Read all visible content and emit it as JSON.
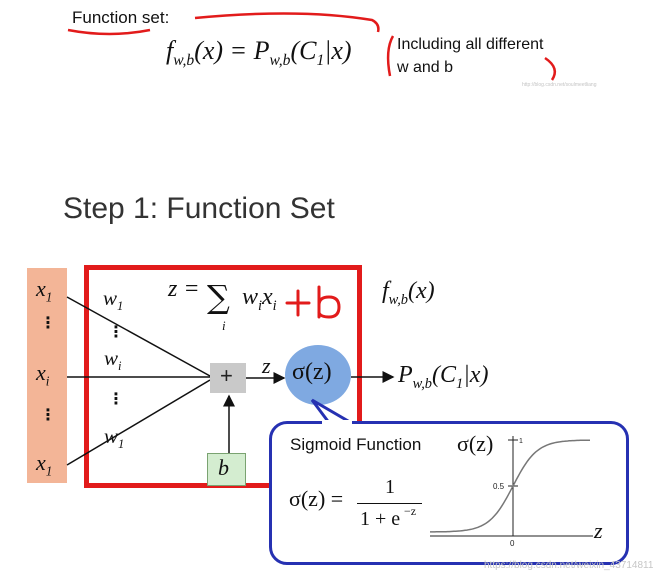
{
  "top": {
    "function_set_label": "Function set:",
    "formula_f": "f",
    "formula_f_sub": "w,b",
    "formula_f_arg": "(x) = P",
    "formula_p_sub": "w,b",
    "formula_p_arg": "(C",
    "formula_c_sub": "1",
    "formula_end": "|x)",
    "including_text": "Including all different w and b",
    "watermark_small": "http://blog.csdn.net/soulmeetliang"
  },
  "title": "Step 1: Function Set",
  "diagram": {
    "inputs": {
      "x": "x",
      "sub_1": "1",
      "sub_i": "i",
      "dots": "⋮"
    },
    "weights": {
      "w": "w",
      "sub_1": "1",
      "sub_i": "i",
      "dots": "⋮"
    },
    "sum_z": "z =",
    "sum_symbol": "∑",
    "sum_index": "i",
    "sum_wx_w": "w",
    "sum_wx_w_sub": "i",
    "sum_wx_x": "x",
    "sum_wx_x_sub": "i",
    "handwritten_plus_b": "+b",
    "plus_node": "+",
    "bias_label": "b",
    "z_label": "z",
    "sigma_label": "σ(z)",
    "output_f": "f",
    "output_f_sub": "w,b",
    "output_f_arg": "(x)",
    "output_p": "P",
    "output_p_sub": "w,b",
    "output_p_arg": "(C",
    "output_c_sub": "1",
    "output_end": "|x)"
  },
  "popup": {
    "title": "Sigmoid Function",
    "sigma_label": "σ(z)",
    "eq_left": "σ(z) =",
    "numerator": "1",
    "denominator": "1 + e",
    "denominator_exp": "−z",
    "axis_tick_1": "1",
    "axis_tick_05": "0.5",
    "axis_tick_0": "0",
    "axis_label_z": "z"
  },
  "watermark_bottom": "https://blog.csdn.net/weixin_43714811",
  "colors": {
    "red_box": "#e21b1b",
    "input_bar": "#f3b597",
    "sigma_circle": "#7fa9e1",
    "popup_border": "#2631b2",
    "bias_box": "#d4edd0",
    "annotation_red": "#e21b1b"
  }
}
